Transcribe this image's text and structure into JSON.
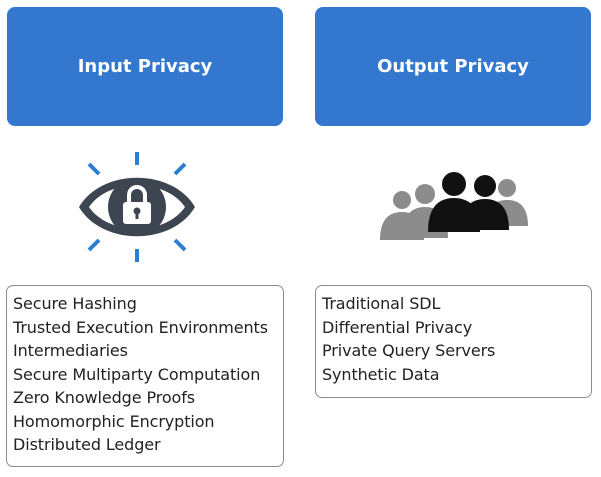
{
  "input_privacy": {
    "title": "Input Privacy",
    "icon": "eye-with-lock-icon",
    "items": [
      "Secure Hashing",
      "Trusted Execution Environments",
      "Intermediaries",
      "Secure Multiparty Computation",
      "Zero Knowledge Proofs",
      "Homomorphic Encryption",
      "Distributed Ledger"
    ]
  },
  "output_privacy": {
    "title": "Output Privacy",
    "icon": "people-group-icon",
    "items": [
      "Traditional SDL",
      "Differential Privacy",
      "Private Query Servers",
      "Synthetic Data"
    ]
  },
  "colors": {
    "header_blue": "#3477cf",
    "eye_dark": "#3d4650",
    "ray_blue": "#2b7fd0",
    "people_gray": "#8c8c8c",
    "people_black": "#111111"
  }
}
